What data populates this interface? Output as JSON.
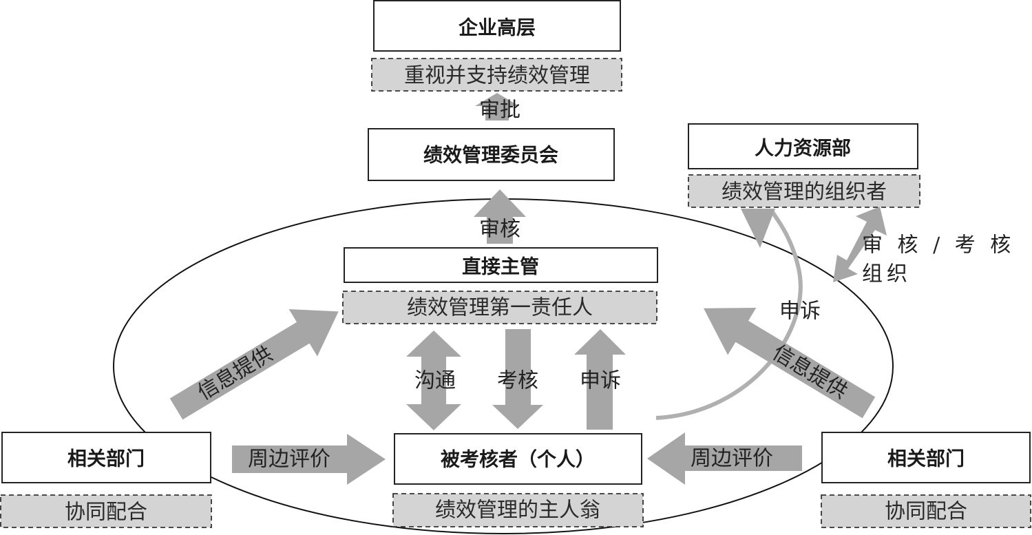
{
  "title": "绩效管理组织体系",
  "nodes": {
    "top_management": {
      "title": "企业高层",
      "role": "重视并支持绩效管理"
    },
    "committee": {
      "title": "绩效管理委员会"
    },
    "hr": {
      "title": "人力资源部",
      "role": "绩效管理的组织者"
    },
    "supervisor": {
      "title": "直接主管",
      "role": "绩效管理第一责任人"
    },
    "appraisee": {
      "title": "被考核者（个人）",
      "role": "绩效管理的主人翁"
    },
    "dept_left": {
      "title": "相关部门",
      "role": "协同配合"
    },
    "dept_right": {
      "title": "相关部门",
      "role": "协同配合"
    }
  },
  "edges": {
    "approve": "审批",
    "review": "审核",
    "hr_review_line1": "审 核 / 考 核",
    "hr_review_line2": "组织",
    "appeal_hr": "申诉",
    "info_left": "信息提供",
    "info_right": "信息提供",
    "communicate": "沟通",
    "assess": "考核",
    "appeal": "申诉",
    "peer_left": "周边评价",
    "peer_right": "周边评价"
  },
  "colors": {
    "arrow": "#a6a6a6",
    "role_fill": "#d4d4d4",
    "box_stroke": "#222222"
  }
}
